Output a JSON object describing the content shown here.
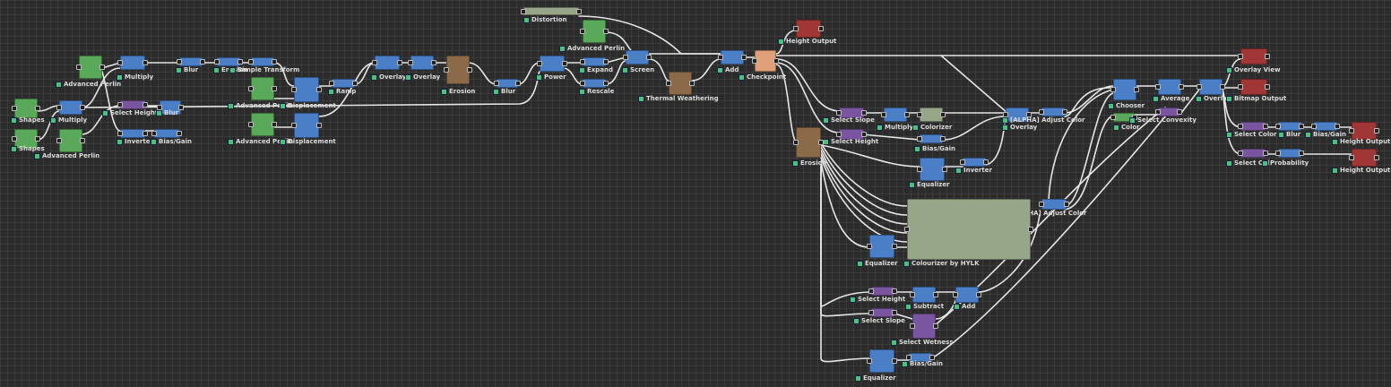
{
  "colors": {
    "background": "#2b2b2b",
    "generator": "#5aa85a",
    "filter": "#4a7fc8",
    "selector": "#7a56a0",
    "erosion": "#8a6a48",
    "output": "#a03636",
    "checkpoint": "#e0a07a",
    "colorizer": "#97a588",
    "wire": "#e6e6e6"
  },
  "nodes": [
    {
      "id": "distortion",
      "label": "Distortion",
      "kind": "distortion"
    },
    {
      "id": "adv-perlin-top",
      "label": "Advanced Perlin",
      "kind": "generator"
    },
    {
      "id": "height-output-1",
      "label": "Height Output",
      "kind": "output"
    },
    {
      "id": "adv-perlin-1",
      "label": "Advanced Perlin",
      "kind": "generator"
    },
    {
      "id": "multiply-1",
      "label": "Multiply",
      "kind": "filter"
    },
    {
      "id": "blur-1",
      "label": "Blur",
      "kind": "filter"
    },
    {
      "id": "erosion-small",
      "label": "Erosion",
      "kind": "filter"
    },
    {
      "id": "simple-transform",
      "label": "Simple Transform",
      "kind": "filter"
    },
    {
      "id": "adv-perlin-2",
      "label": "Advanced Perlin",
      "kind": "generator"
    },
    {
      "id": "displacement-1",
      "label": "Displacement",
      "kind": "filter"
    },
    {
      "id": "ramp",
      "label": "Ramp",
      "kind": "filter"
    },
    {
      "id": "overlay-1",
      "label": "Overlay",
      "kind": "filter"
    },
    {
      "id": "overlay-2",
      "label": "Overlay",
      "kind": "filter"
    },
    {
      "id": "erosion-1",
      "label": "Erosion",
      "kind": "erosion"
    },
    {
      "id": "blur-2",
      "label": "Blur",
      "kind": "filter"
    },
    {
      "id": "power",
      "label": "Power",
      "kind": "filter"
    },
    {
      "id": "expand",
      "label": "Expand",
      "kind": "filter"
    },
    {
      "id": "rescale",
      "label": "Rescale",
      "kind": "filter"
    },
    {
      "id": "screen",
      "label": "Screen",
      "kind": "filter"
    },
    {
      "id": "thermal",
      "label": "Thermal Weathering",
      "kind": "erosion"
    },
    {
      "id": "add-1",
      "label": "Add",
      "kind": "filter"
    },
    {
      "id": "checkpoint",
      "label": "Checkpoint",
      "kind": "checkpoint"
    },
    {
      "id": "shapes-1",
      "label": "Shapes",
      "kind": "generator"
    },
    {
      "id": "multiply-2",
      "label": "Multiply",
      "kind": "filter"
    },
    {
      "id": "select-height-1",
      "label": "Select Height",
      "kind": "selector"
    },
    {
      "id": "blur-3",
      "label": "Blur",
      "kind": "filter"
    },
    {
      "id": "shapes-2",
      "label": "Shapes",
      "kind": "generator"
    },
    {
      "id": "adv-perlin-3",
      "label": "Advanced Perlin",
      "kind": "generator"
    },
    {
      "id": "inverter-1",
      "label": "Inverter",
      "kind": "filter"
    },
    {
      "id": "bias-gain-1",
      "label": "Bias/Gain",
      "kind": "filter"
    },
    {
      "id": "adv-perlin-4",
      "label": "Advanced Perlin",
      "kind": "generator"
    },
    {
      "id": "displacement-2",
      "label": "Displacement",
      "kind": "filter"
    },
    {
      "id": "overlay-view",
      "label": "Overlay View",
      "kind": "output"
    },
    {
      "id": "chooser",
      "label": "Chooser",
      "kind": "filter"
    },
    {
      "id": "average",
      "label": "Average",
      "kind": "filter"
    },
    {
      "id": "overlay-3",
      "label": "Overlay",
      "kind": "filter"
    },
    {
      "id": "bitmap-output",
      "label": "Bitmap Output",
      "kind": "output"
    },
    {
      "id": "color-1",
      "label": "Color",
      "kind": "generator"
    },
    {
      "id": "select-convexity",
      "label": "Select Convexity",
      "kind": "selector"
    },
    {
      "id": "select-slope-1",
      "label": "Select Slope",
      "kind": "selector"
    },
    {
      "id": "multiply-3",
      "label": "Multiply",
      "kind": "filter"
    },
    {
      "id": "colorizer",
      "label": "Colorizer",
      "kind": "colorizer"
    },
    {
      "id": "alpha-adjust-1",
      "label": "[ALPHA] Adjust Color",
      "kind": "filter"
    },
    {
      "id": "overlay-4",
      "label": "Overlay",
      "kind": "filter"
    },
    {
      "id": "select-height-2",
      "label": "Select Height",
      "kind": "selector"
    },
    {
      "id": "bias-gain-2",
      "label": "Bias/Gain",
      "kind": "filter"
    },
    {
      "id": "erosion-2",
      "label": "Erosion",
      "kind": "erosion"
    },
    {
      "id": "equalizer-1",
      "label": "Equalizer",
      "kind": "filter"
    },
    {
      "id": "inverter-2",
      "label": "Inverter",
      "kind": "filter"
    },
    {
      "id": "select-color-1",
      "label": "Select Color",
      "kind": "selector"
    },
    {
      "id": "blur-4",
      "label": "Blur",
      "kind": "filter"
    },
    {
      "id": "bias-gain-3",
      "label": "Bias/Gain",
      "kind": "filter"
    },
    {
      "id": "height-output-2",
      "label": "Height Output",
      "kind": "output"
    },
    {
      "id": "select-color-2",
      "label": "Select Col",
      "kind": "selector"
    },
    {
      "id": "probability",
      "label": "Probability",
      "kind": "filter"
    },
    {
      "id": "height-output-3",
      "label": "Height Output",
      "kind": "output"
    },
    {
      "id": "alpha-adjust-2",
      "label": "[ALPHA] Adjust Color",
      "kind": "filter"
    },
    {
      "id": "equalizer-2",
      "label": "Equalizer",
      "kind": "filter"
    },
    {
      "id": "colourizer-hylk",
      "label": "Colourizer by HYLK",
      "kind": "colorizer"
    },
    {
      "id": "select-height-3",
      "label": "Select Height",
      "kind": "selector"
    },
    {
      "id": "subtract",
      "label": "Subtract",
      "kind": "filter"
    },
    {
      "id": "add-2",
      "label": "Add",
      "kind": "filter"
    },
    {
      "id": "select-slope-2",
      "label": "Select Slope",
      "kind": "selector"
    },
    {
      "id": "select-wetness",
      "label": "Select Wetness",
      "kind": "selector"
    },
    {
      "id": "equalizer-3",
      "label": "Equalizer",
      "kind": "filter"
    },
    {
      "id": "bias-gain-4",
      "label": "Bias/Gain",
      "kind": "filter"
    }
  ]
}
